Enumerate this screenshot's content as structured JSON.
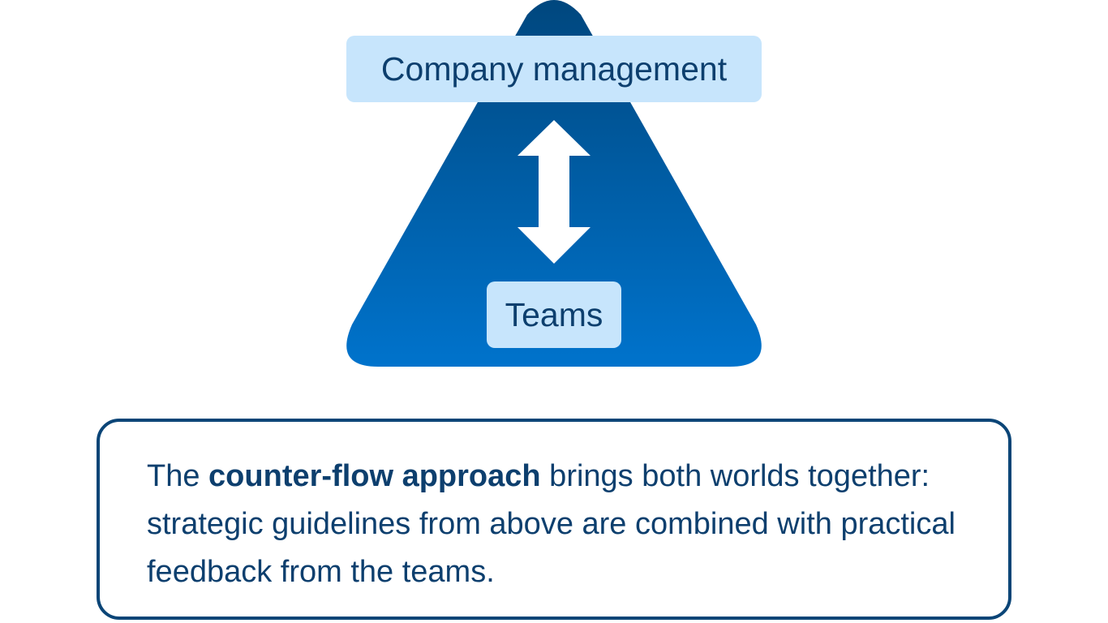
{
  "diagram": {
    "top_label": "Company management",
    "bottom_label": "Teams",
    "arrow": "bidirectional-vertical",
    "colors": {
      "pyramid_top": "#00477e",
      "pyramid_bottom": "#0073cc",
      "label_bg": "#c7e5fc",
      "text": "#0d3f6e",
      "border": "#0b4577",
      "arrow": "#ffffff"
    }
  },
  "description": {
    "prefix": "The ",
    "bold": "counter-flow approach",
    "suffix": " brings both worlds together: strategic guidelines from above are combined with practical feedback from the teams."
  }
}
